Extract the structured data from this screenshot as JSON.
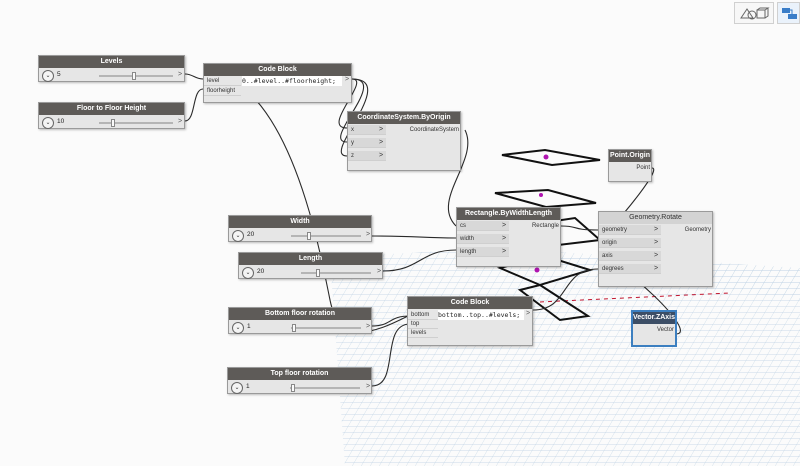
{
  "nodes": {
    "levels": {
      "title": "Levels",
      "value": "5",
      "level": 0.5
    },
    "floor_height": {
      "title": "Floor to Floor Height",
      "value": "10",
      "level": 0.1
    },
    "code_block_1": {
      "title": "Code Block",
      "code": "0..#level..#floorheight;",
      "inputs": [
        "level",
        "floorheight"
      ],
      "output": ">"
    },
    "coord_system": {
      "title": "CoordinateSystem.ByOrigin",
      "inputs": [
        "x",
        "y",
        "z"
      ],
      "output": "CoordinateSystem"
    },
    "point_origin": {
      "title": "Point.Origin",
      "output": "Point"
    },
    "rect_by_wl": {
      "title": "Rectangle.ByWidthLength",
      "inputs": [
        "cs",
        "width",
        "length"
      ],
      "output": "Rectangle"
    },
    "geometry_rotate": {
      "title": "Geometry.Rotate",
      "inputs": [
        "geometry",
        "origin",
        "axis",
        "degrees"
      ],
      "output": "Geometry"
    },
    "width": {
      "title": "Width",
      "value": "20",
      "level": 0.2
    },
    "length": {
      "title": "Length",
      "value": "20",
      "level": 0.2
    },
    "code_block_2": {
      "title": "Code Block",
      "code": "bottom..top..#levels;",
      "inputs": [
        "bottom",
        "top",
        "levels"
      ],
      "output": ">"
    },
    "bottom_rotation": {
      "title": "Bottom floor rotation",
      "value": "1",
      "level": 0.0
    },
    "top_rotation": {
      "title": "Top floor rotation",
      "value": "1",
      "level": 0.0
    },
    "vector_zaxis": {
      "title": "Vector.ZAxis",
      "output": "Vector"
    }
  },
  "toolbar": {
    "icons": [
      "geometry-view-icon",
      "graph-view-icon"
    ]
  },
  "colors": {
    "header": "#5e5b58",
    "node_body": "#e6e6e6",
    "selected": "#3c7fc0",
    "wire": "#2a2a2a",
    "grid": "#a9c4dc",
    "rotation_marker": "#c0152f"
  }
}
